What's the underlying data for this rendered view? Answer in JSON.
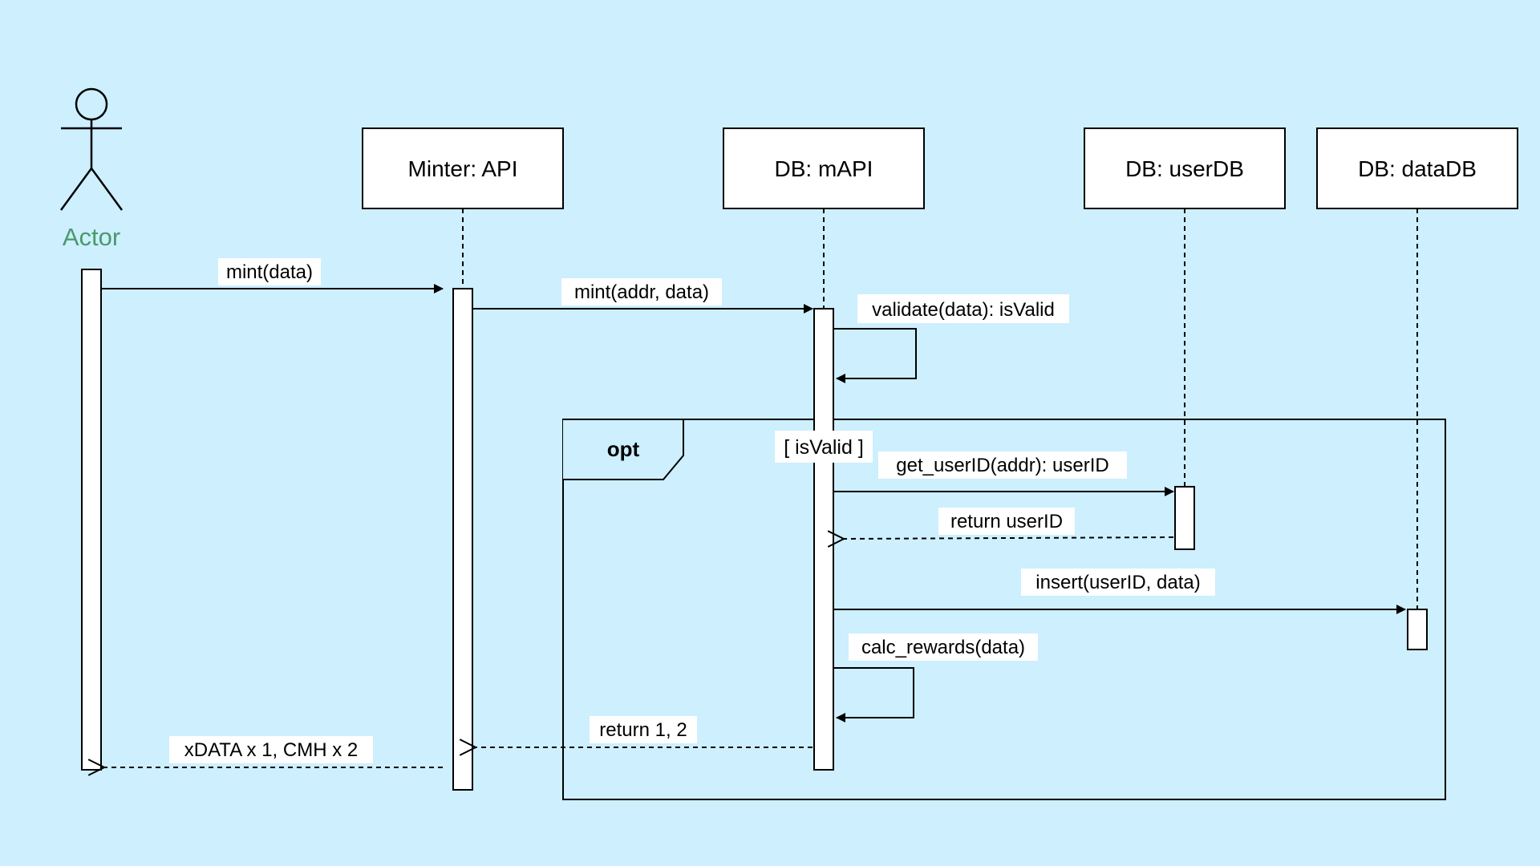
{
  "colors": {
    "background": "#cdeffe",
    "stroke": "#000000",
    "box_fill": "#ffffff",
    "actor_label": "#4b9a6b",
    "label_bg": "#ffffff"
  },
  "actor": {
    "label": "Actor"
  },
  "participants": {
    "minter_api": "Minter: API",
    "db_mapi": "DB: mAPI",
    "db_userdb": "DB: userDB",
    "db_datadb": "DB: dataDB"
  },
  "messages": {
    "mint_data": "mint(data)",
    "mint_addr_data": "mint(addr, data)",
    "validate": "validate(data): isValid",
    "get_userid": "get_userID(addr): userID",
    "return_userid": "return userID",
    "insert": "insert(userID, data)",
    "calc_rewards": "calc_rewards(data)",
    "return_1_2": "return 1, 2",
    "xdata_cmh": "xDATA x 1, CMH x 2"
  },
  "fragment": {
    "operator": "opt",
    "guard": "[ isValid ]"
  }
}
